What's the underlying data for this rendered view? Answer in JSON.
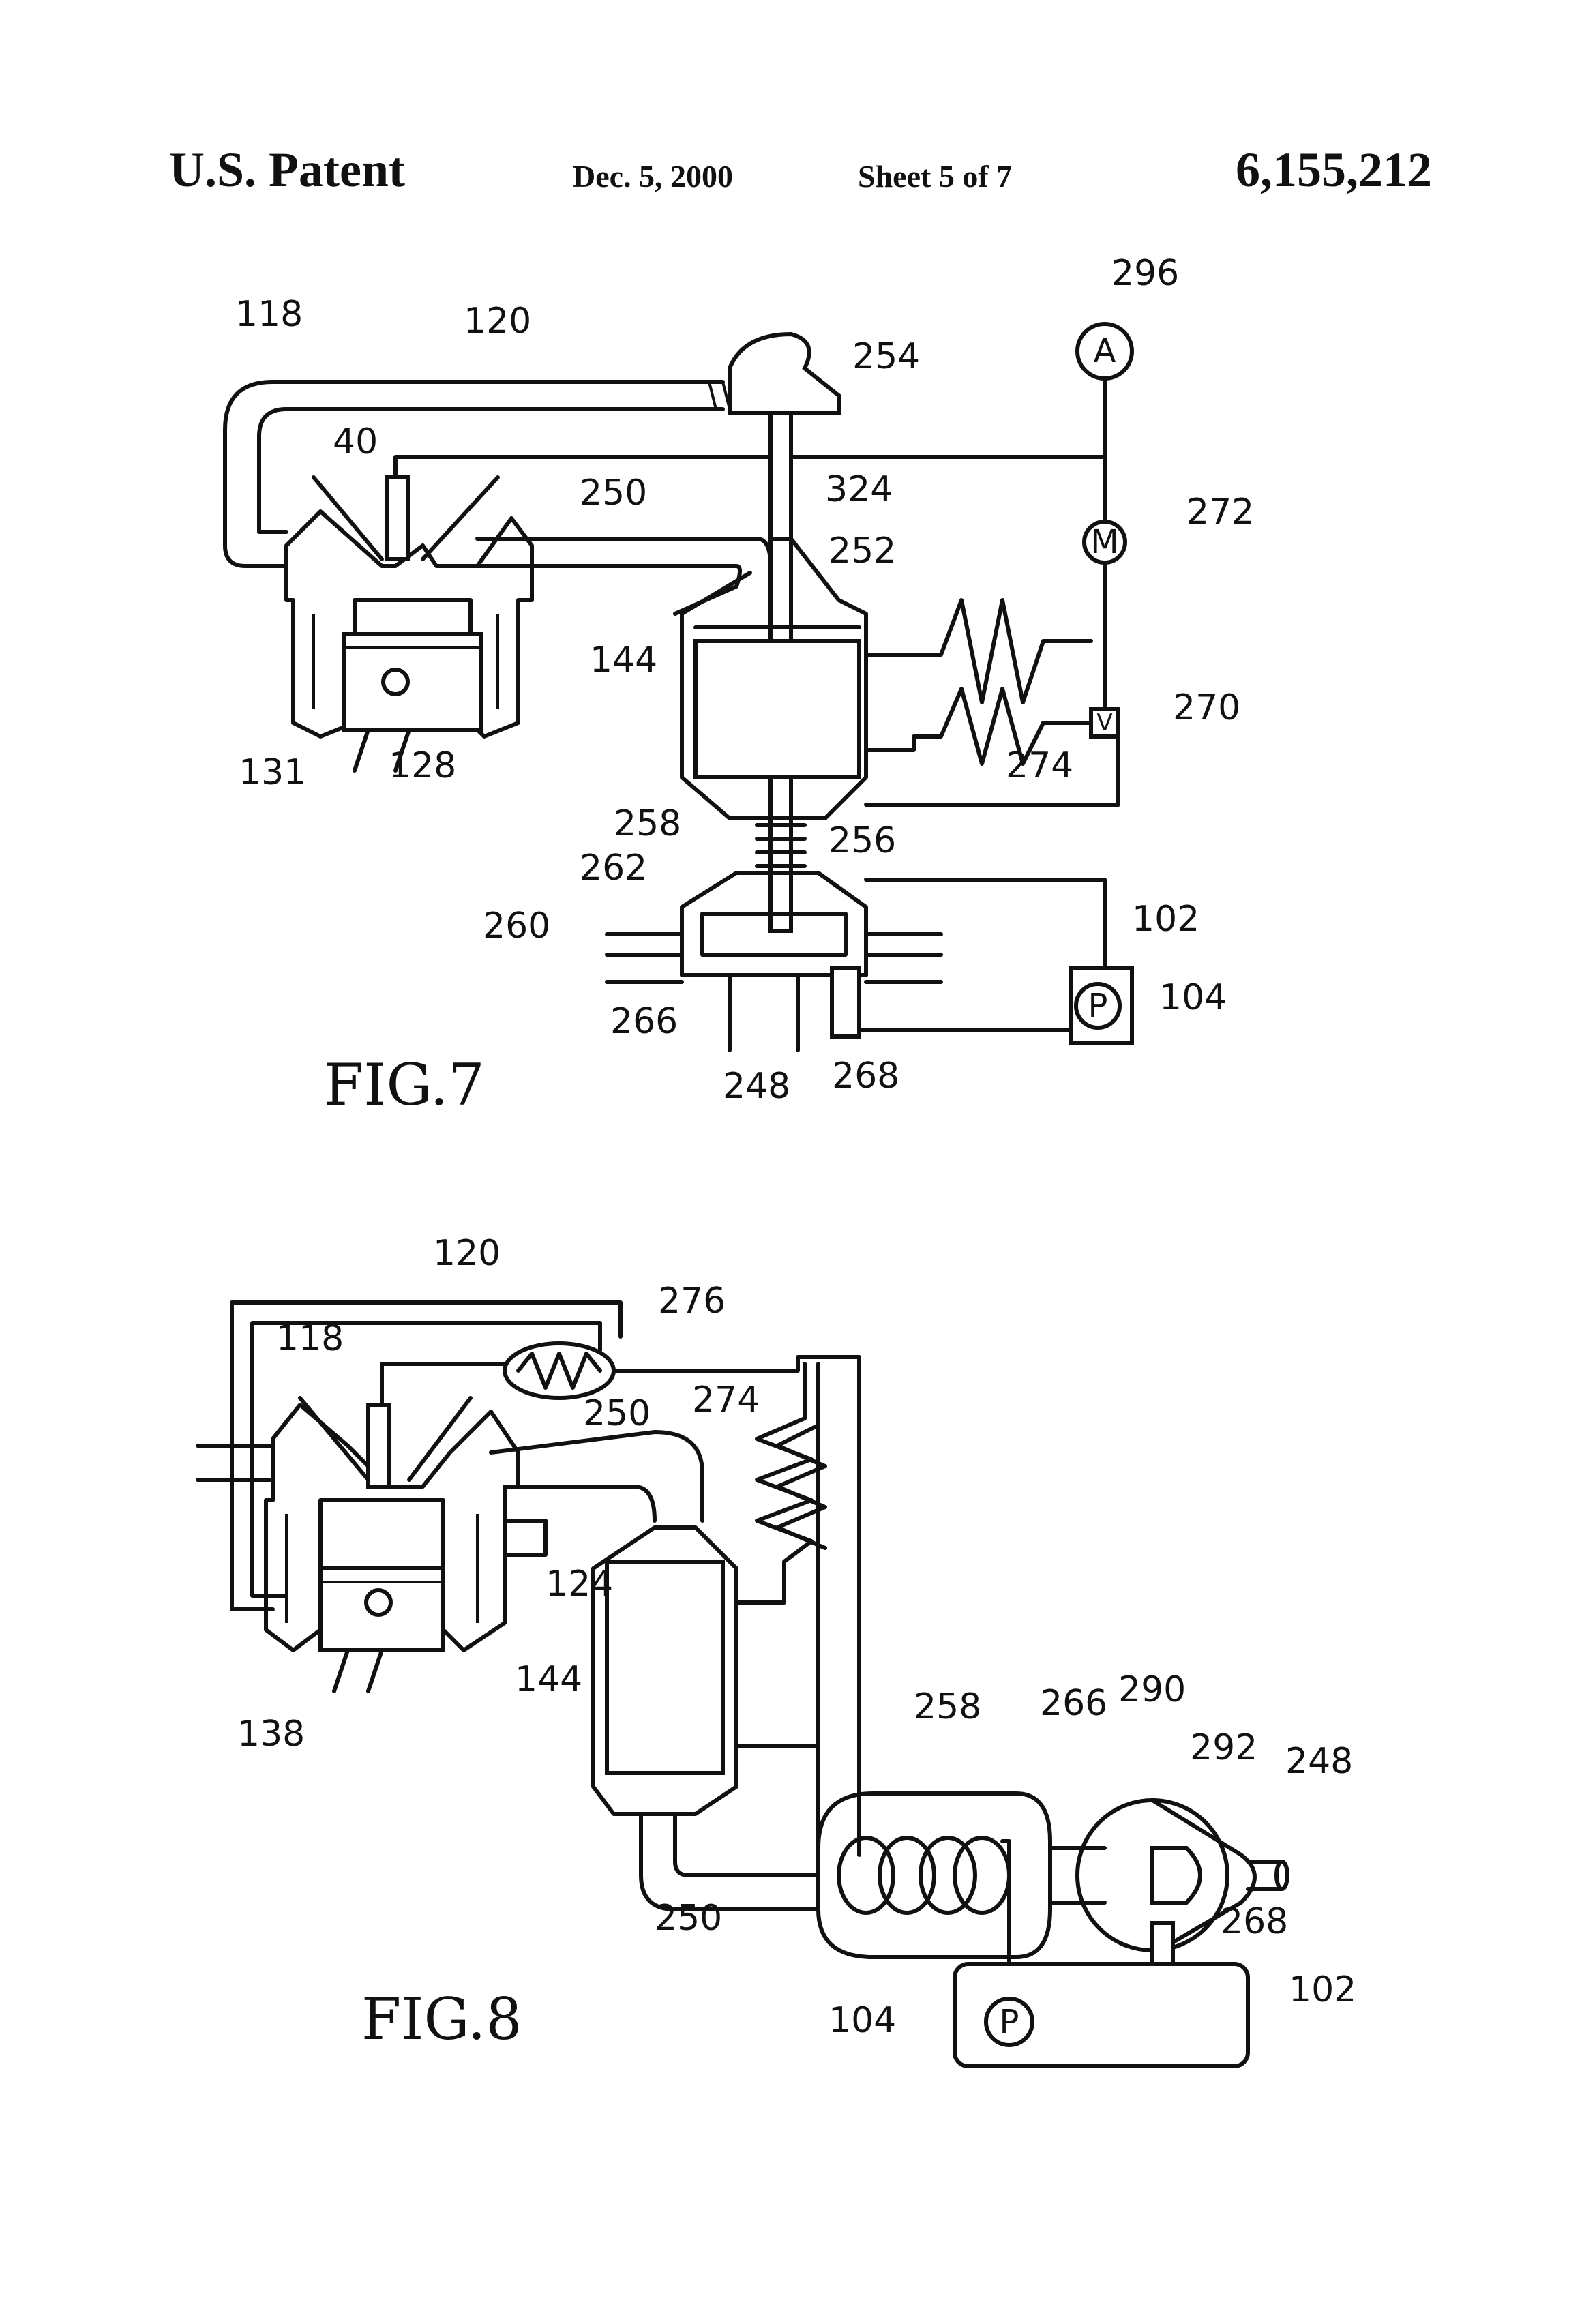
{
  "header": {
    "left": "U.S. Patent",
    "date": "Dec. 5, 2000",
    "sheet": "Sheet 5 of 7",
    "number": "6,155,212"
  },
  "fig7": {
    "caption": "FIG.7",
    "labels": {
      "l118": "118",
      "l120": "120",
      "l40": "40",
      "l250": "250",
      "l324": "324",
      "l254": "254",
      "l296": "296",
      "l272": "272",
      "l252": "252",
      "l144": "144",
      "l270": "270",
      "l274": "274",
      "l131": "131",
      "l128": "128",
      "l258": "258",
      "l256": "256",
      "l262": "262",
      "l260": "260",
      "l102": "102",
      "l104": "104",
      "l266": "266",
      "l248": "248",
      "l268": "268"
    },
    "symbols": {
      "ammeter": "A",
      "motor": "M",
      "valve": "V",
      "pump": "P"
    }
  },
  "fig8": {
    "caption": "FIG.8",
    "labels": {
      "l120": "120",
      "l276": "276",
      "l118": "118",
      "l274": "274",
      "l250a": "250",
      "l124": "124",
      "l144": "144",
      "l138": "138",
      "l258": "258",
      "l266": "266",
      "l290": "290",
      "l292": "292",
      "l248": "248",
      "l250b": "250",
      "l268": "268",
      "l104": "104",
      "l102": "102"
    },
    "symbols": {
      "pump": "P"
    }
  }
}
